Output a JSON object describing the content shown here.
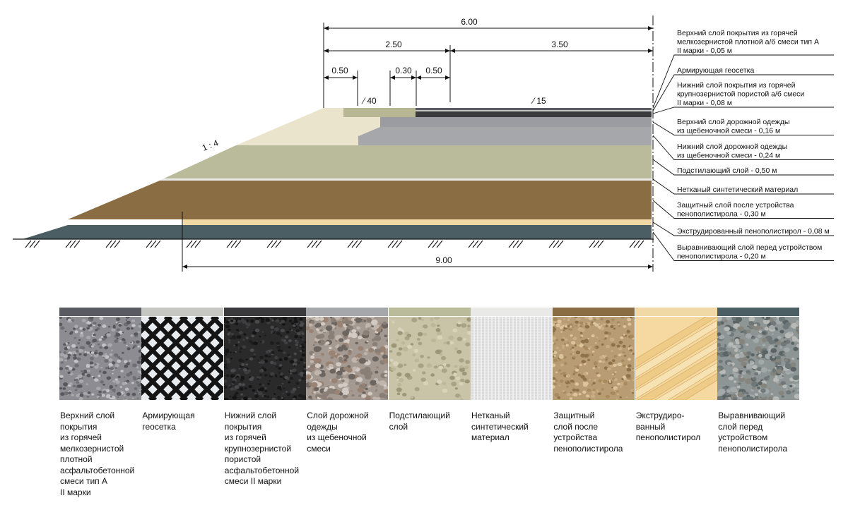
{
  "colors": {
    "top_asphalt": "#5a5a62",
    "geogrid": "#c6c6c3",
    "lower_asphalt": "#3a3a3c",
    "crushed_stone": "#a6a7ab",
    "sublayer": "#b9bb9a",
    "geotextile": "#e9e9e7",
    "protective": "#8b6d43",
    "xps": "#f1d9a6",
    "leveling": "#4b5e63",
    "shoulder": "#eae4cc",
    "shoulder_upper": "#b7b893",
    "ground": "#111111"
  },
  "dimensions": {
    "total_width": "6.00",
    "left_part": "2.50",
    "right_part": "3.50",
    "d1": "0.50",
    "d2": "0.30",
    "d3": "0.50",
    "base_width": "9.00",
    "slope_left": "⁄ 40",
    "slope_right": "⁄ 15",
    "embankment_slope": "1 : 4"
  },
  "callouts": [
    {
      "lines": [
        "Верхний слой покрытия из горячей",
        "мелкозернистой плотной а/б смеси тип А",
        "II марки - 0,05 м"
      ]
    },
    {
      "lines": [
        "Армирующая геосетка"
      ]
    },
    {
      "lines": [
        "Нижний слой покрытия из горячей",
        "крупнозернистой пористой а/б смеси",
        "II марки - 0,08 м"
      ]
    },
    {
      "lines": [
        "Верхний слой дорожной одежды",
        "из щебеночной смеси - 0,16 м"
      ]
    },
    {
      "lines": [
        "Нижний слой дорожной одежды",
        "из щебеночной смеси - 0,24 м"
      ]
    },
    {
      "lines": [
        "Подстилающий слой - 0,50 м"
      ]
    },
    {
      "lines": [
        "Нетканый синтетический материал"
      ]
    },
    {
      "lines": [
        "Защитный слой после устройства",
        "пенополистирола - 0,30 м"
      ]
    },
    {
      "lines": [
        "Экструдированный пенополистирол - 0,08 м"
      ]
    },
    {
      "lines": [
        "Выравнивающий слой перед устройством",
        "пенополистирола - 0,20 м"
      ]
    }
  ],
  "materials": [
    {
      "icon": "gravel-fine-photo-icon",
      "caption": "Верхний слой\nпокрытия\nиз горячей\nмелкозернистой\nплотной\nасфальтобетонной\nсмеси тип А\nII марки"
    },
    {
      "icon": "geogrid-photo-icon",
      "caption": "Армирующая\nгеосетка"
    },
    {
      "icon": "asphalt-photo-icon",
      "caption": "Нижний слой\nпокрытия\nиз горячей\nкрупнозернистой\nпористой\nасфальтобетонной\nсмеси II марки"
    },
    {
      "icon": "crushed-stone-photo-icon",
      "caption": "Слой дорожной\nодежды\nиз щебеночной\nсмеси"
    },
    {
      "icon": "sand-layer-photo-icon",
      "caption": "Подстилающий\nслой"
    },
    {
      "icon": "geotextile-photo-icon",
      "caption": "Нетканый\nсинтетический\nматериал"
    },
    {
      "icon": "soil-photo-icon",
      "caption": "Защитный\nслой после\nустройства\nпенополистирола"
    },
    {
      "icon": "xps-boards-photo-icon",
      "caption": "Экструдиро-\nванный\nпенополистирол"
    },
    {
      "icon": "leveling-gravel-photo-icon",
      "caption": "Выравнивающий\nслой перед\nустройством\nпенополистирола"
    }
  ]
}
